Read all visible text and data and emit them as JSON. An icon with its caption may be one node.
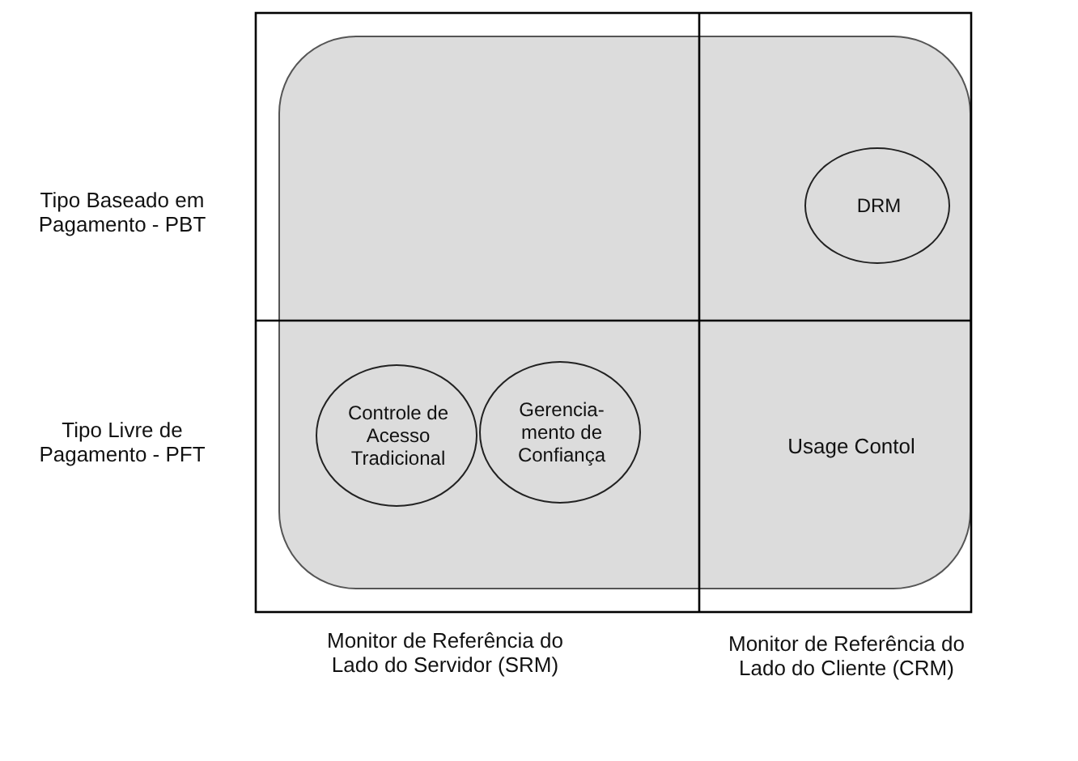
{
  "diagram": {
    "nodes": [
      {
        "text": [
          "Usage Contol"
        ]
      },
      {
        "text": [
          "DRM"
        ],
        "in": 0
      },
      {
        "text": [
          "Controle de Acesso Tradicional"
        ],
        "in": 0
      },
      {
        "text": [
          "Gerencia-mento de Confiança"
        ],
        "in": 0
      }
    ],
    "labels": [
      "Tipo Baseado em Pagamento - PBT",
      "Tipo Livre de Pagamento - PFT",
      "Monitor de Referência do Lado do Servidor (SRM)",
      "Monitor de Referência do Lado do Cliente (CRM)"
    ]
  }
}
